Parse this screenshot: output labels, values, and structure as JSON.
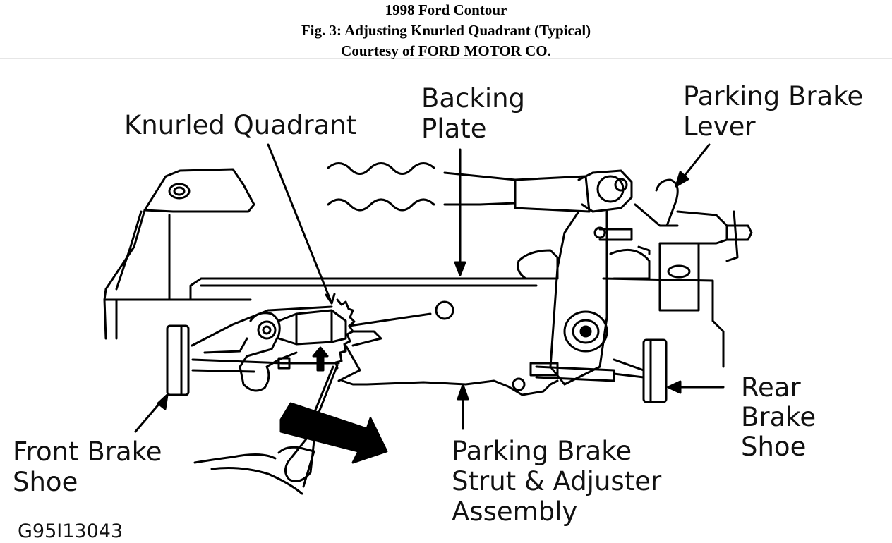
{
  "header": {
    "line1": "1998 Ford Contour",
    "line2": "Fig. 3: Adjusting Knurled Quadrant (Typical)",
    "line3": "Courtesy of FORD MOTOR CO."
  },
  "labels": {
    "knurled_quadrant": "Knurled Quadrant",
    "backing_plate_1": "Backing",
    "backing_plate_2": "Plate",
    "parking_brake_lever_1": "Parking Brake",
    "parking_brake_lever_2": "Lever",
    "front_brake_shoe_1": "Front Brake",
    "front_brake_shoe_2": "Shoe",
    "rear_brake_shoe_1": "Rear",
    "rear_brake_shoe_2": "Brake",
    "rear_brake_shoe_3": "Shoe",
    "strut_1": "Parking Brake",
    "strut_2": "Strut & Adjuster",
    "strut_3": "Assembly"
  },
  "figure_code": "G95I13043"
}
